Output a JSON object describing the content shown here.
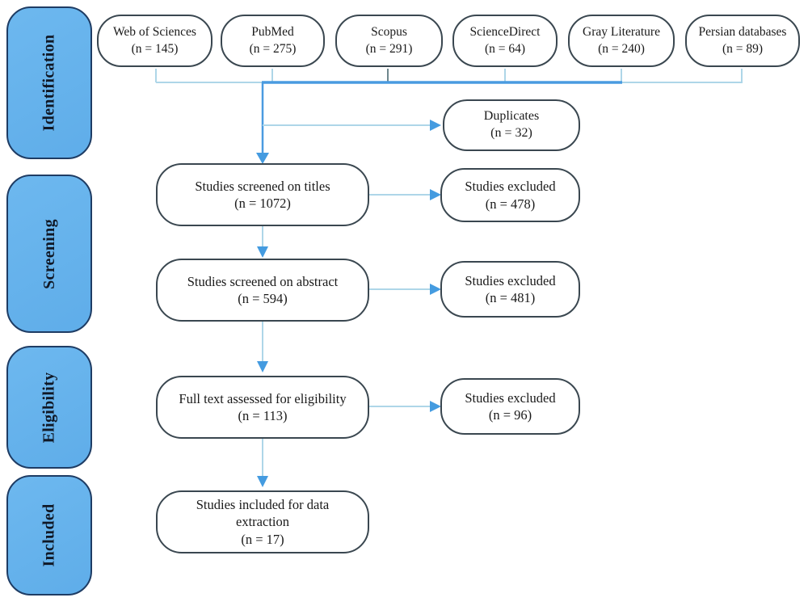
{
  "theme": {
    "stage_fill": "#5fade9",
    "stage_border": "#1e3c64",
    "box_border": "#3a4750",
    "box_fill": "#ffffff",
    "line_strong": "#4a9be0",
    "line_light": "#aed6e8",
    "arrow": "#449be0",
    "stub_gray": "#6f878d",
    "text": "#1a1a1a",
    "background": "#ffffff"
  },
  "stages": [
    {
      "label": "Identification"
    },
    {
      "label": "Screening"
    },
    {
      "label": "Eligibility"
    },
    {
      "label": "Included"
    }
  ],
  "sources": [
    {
      "name": "Web of Sciences",
      "count": "(n = 145)"
    },
    {
      "name": "PubMed",
      "count": "(n = 275)"
    },
    {
      "name": "Scopus",
      "count": "(n = 291)"
    },
    {
      "name": "ScienceDirect",
      "count": "(n = 64)"
    },
    {
      "name": "Gray Literature",
      "count": "(n = 240)"
    },
    {
      "name": "Persian databases",
      "count": "(n = 89)"
    }
  ],
  "flow": {
    "duplicates": {
      "label": "Duplicates",
      "count": "(n = 32)"
    },
    "screened_titles": {
      "label": "Studies screened on titles",
      "count": "(n = 1072)"
    },
    "excluded_titles": {
      "label": "Studies excluded",
      "count": "(n = 478)"
    },
    "screened_abstract": {
      "label": "Studies screened on abstract",
      "count": "(n = 594)"
    },
    "excluded_abstract": {
      "label": "Studies excluded",
      "count": "(n = 481)"
    },
    "full_text": {
      "label": "Full text assessed for eligibility",
      "count": "(n = 113)"
    },
    "excluded_full_text": {
      "label": "Studies excluded",
      "count": "(n = 96)"
    },
    "included": {
      "label": "Studies included for data extraction",
      "count": "(n = 17)"
    }
  }
}
